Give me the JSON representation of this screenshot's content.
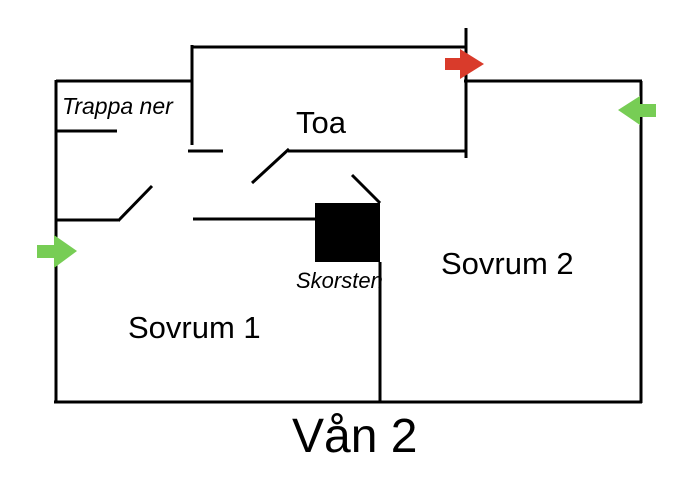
{
  "title": "Vån 2",
  "labels": {
    "trappa_ner": "Trappa ner",
    "toa": "Toa",
    "skorsten": "Skorsten",
    "sovrum_1": "Sovrum 1",
    "sovrum_2": "Sovrum 2",
    "floor": "Vån 2"
  },
  "colors": {
    "wall": "#000000",
    "chimney": "#000000",
    "red_arrow": "#d93b2b",
    "green_arrow": "#77cd55"
  },
  "arrows": [
    {
      "name": "red-arrow-top",
      "direction": "right",
      "color": "#d93b2b"
    },
    {
      "name": "green-arrow-right-side",
      "direction": "left",
      "color": "#77cd55"
    },
    {
      "name": "green-arrow-left-side",
      "direction": "right",
      "color": "#77cd55"
    }
  ]
}
